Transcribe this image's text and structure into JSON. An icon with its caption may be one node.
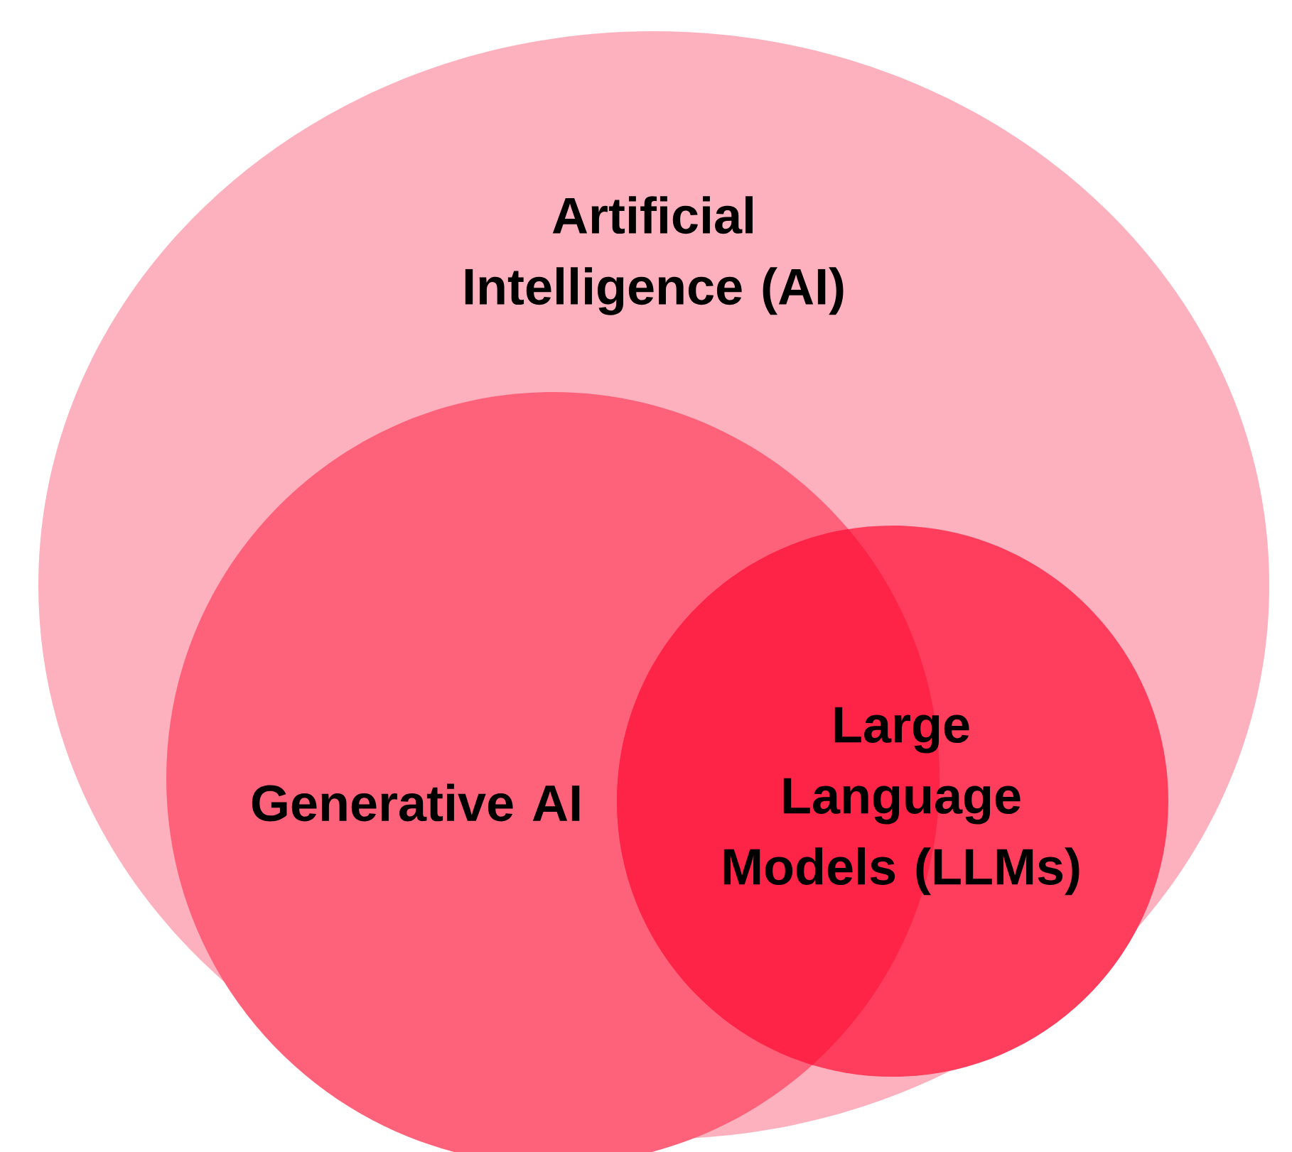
{
  "diagram": {
    "nodes": [
      {
        "text": [
          "Artificial Intelligence (AI)"
        ]
      },
      {
        "text": [
          "Generative AI"
        ],
        "in": 0
      },
      {
        "text": [
          "Large Language Models (LLMs)"
        ],
        "in": 0
      }
    ]
  }
}
